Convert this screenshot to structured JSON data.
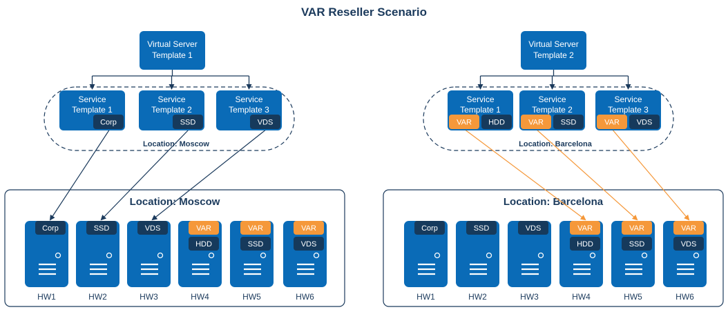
{
  "title": "VAR Reseller Scenario",
  "colors": {
    "blue": "#0a6bb7",
    "dark_tag": "#163a5c",
    "orange": "#f5983a",
    "frame": "#1b3a5c",
    "hw_body": "#0a6bb7",
    "connector": "#1b3a5c",
    "orange_connector": "#f5983a"
  },
  "sites": [
    {
      "vst": {
        "line1": "Virtual Server",
        "line2": "Template 1"
      },
      "group_label": "Location: Moscow",
      "services": [
        {
          "line1": "Service",
          "line2": "Template 1",
          "tags": [
            "Corp"
          ]
        },
        {
          "line1": "Service",
          "line2": "Template 2",
          "tags": [
            "SSD"
          ]
        },
        {
          "line1": "Service",
          "line2": "Template 3",
          "tags": [
            "VDS"
          ]
        }
      ],
      "location_label": "Location: Moscow",
      "hardware": [
        {
          "name": "HW1",
          "tags": [
            "Corp"
          ]
        },
        {
          "name": "HW2",
          "tags": [
            "SSD"
          ]
        },
        {
          "name": "HW3",
          "tags": [
            "VDS"
          ]
        },
        {
          "name": "HW4",
          "tags": [
            "VAR",
            "HDD"
          ]
        },
        {
          "name": "HW5",
          "tags": [
            "VAR",
            "SSD"
          ]
        },
        {
          "name": "HW6",
          "tags": [
            "VAR",
            "VDS"
          ]
        }
      ]
    },
    {
      "vst": {
        "line1": "Virtual Server",
        "line2": "Template 2"
      },
      "group_label": "Location: Barcelona",
      "services": [
        {
          "line1": "Service",
          "line2": "Template 1",
          "tags": [
            "VAR",
            "HDD"
          ]
        },
        {
          "line1": "Service",
          "line2": "Template 2",
          "tags": [
            "VAR",
            "SSD"
          ]
        },
        {
          "line1": "Service",
          "line2": "Template 3",
          "tags": [
            "VAR",
            "VDS"
          ]
        }
      ],
      "location_label": "Location: Barcelona",
      "hardware": [
        {
          "name": "HW1",
          "tags": [
            "Corp"
          ]
        },
        {
          "name": "HW2",
          "tags": [
            "SSD"
          ]
        },
        {
          "name": "HW3",
          "tags": [
            "VDS"
          ]
        },
        {
          "name": "HW4",
          "tags": [
            "VAR",
            "HDD"
          ]
        },
        {
          "name": "HW5",
          "tags": [
            "VAR",
            "SSD"
          ]
        },
        {
          "name": "HW6",
          "tags": [
            "VAR",
            "VDS"
          ]
        }
      ]
    }
  ]
}
